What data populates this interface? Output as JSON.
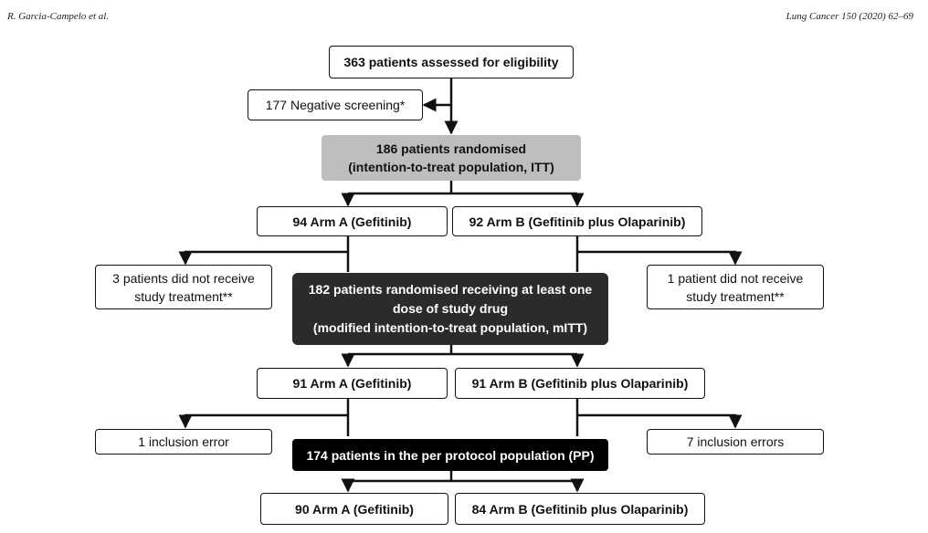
{
  "header": {
    "authors": "R. Garcia-Campelo et al.",
    "journal": "Lung Cancer 150 (2020) 62–69"
  },
  "flowchart": {
    "assessed": "363 patients assessed for eligibility",
    "negative_screening": "177 Negative screening*",
    "randomised_line1": "186 patients randomised",
    "randomised_line2": "(intention-to-treat population, ITT)",
    "itt_arm_a": "94 Arm A (Gefitinib)",
    "itt_arm_b": "92 Arm B (Gefitinib plus Olaparinib)",
    "excluded_a_line1": "3 patients did not receive",
    "excluded_a_line2": "study treatment**",
    "excluded_b_line1": "1 patient did not receive",
    "excluded_b_line2": "study treatment**",
    "mitt_line1": "182 patients randomised receiving at least one",
    "mitt_line2": "dose of study drug",
    "mitt_line3": "(modified intention-to-treat population, mITT)",
    "mitt_arm_a": "91 Arm A (Gefitinib)",
    "mitt_arm_b": "91 Arm B (Gefitinib plus Olaparinib)",
    "inclusion_error_a": "1 inclusion error",
    "inclusion_error_b": "7 inclusion errors",
    "pp": "174 patients in the per protocol population (PP)",
    "pp_arm_a": "90 Arm A (Gefitinib)",
    "pp_arm_b": "84 Arm B (Gefitinib plus Olaparinib)"
  }
}
